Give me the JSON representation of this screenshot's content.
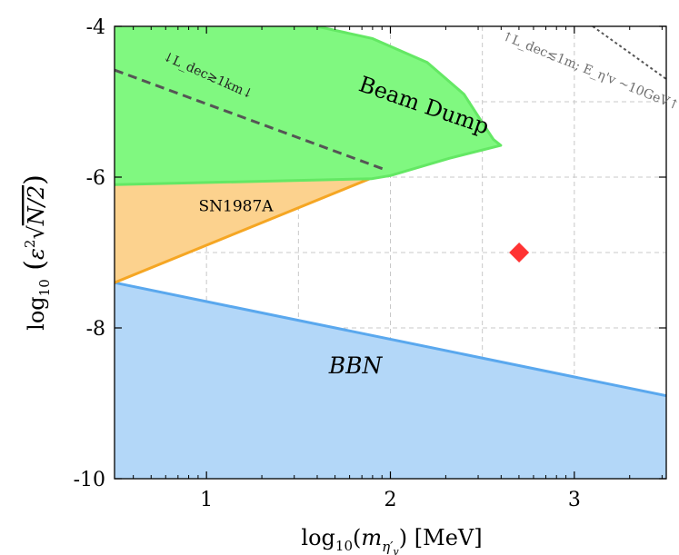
{
  "chart_data": {
    "type": "area",
    "xlabel": "log10(m_η'v) [MeV]",
    "ylabel": "log10(ε² √(N/2))",
    "xlim": [
      0.5,
      3.5
    ],
    "ylim": [
      -10,
      -4
    ],
    "x_ticks": [
      {
        "v": 1,
        "label": "1"
      },
      {
        "v": 2,
        "label": "2"
      },
      {
        "v": 3,
        "label": "3"
      }
    ],
    "y_ticks": [
      {
        "v": -4,
        "label": "-4"
      },
      {
        "v": -6,
        "label": "-6"
      },
      {
        "v": -8,
        "label": "-8"
      },
      {
        "v": -10,
        "label": "-10"
      }
    ],
    "grid": true,
    "regions": [
      {
        "name": "BBN",
        "fill": "#b3d7f8",
        "edge": "#5aa8ee",
        "upper_boundary": [
          [
            0.5,
            -7.4
          ],
          [
            3.5,
            -8.9
          ]
        ],
        "lower_boundary": [
          [
            0.5,
            -10
          ],
          [
            3.5,
            -10
          ]
        ],
        "label": "BBN",
        "label_at": [
          1.81,
          -8.6
        ]
      },
      {
        "name": "SN1987A",
        "fill": "#fcd28e",
        "edge": "#f5a623",
        "polygon": [
          [
            0.5,
            -6.1
          ],
          [
            1.93,
            -5.98
          ],
          [
            0.5,
            -7.4
          ]
        ],
        "label": "SN1987A",
        "label_at": [
          1.16,
          -6.45
        ]
      },
      {
        "name": "Beam Dump",
        "fill": "#80f880",
        "edge": "#64e864",
        "polygon": [
          [
            0.5,
            -4.0
          ],
          [
            1.6,
            -4.0
          ],
          [
            1.9,
            -4.16
          ],
          [
            2.2,
            -4.48
          ],
          [
            2.4,
            -4.9
          ],
          [
            2.5,
            -5.28
          ],
          [
            2.56,
            -5.5
          ],
          [
            2.6,
            -5.58
          ],
          [
            2.32,
            -5.75
          ],
          [
            2.0,
            -5.98
          ],
          [
            1.9,
            -6.02
          ],
          [
            0.5,
            -6.1
          ]
        ],
        "label": "Beam Dump",
        "label_at": [
          2.17,
          -5.14
        ],
        "label_rotation_deg": 19
      }
    ],
    "reference_lines": [
      {
        "name": "L_dec ≳ 1km",
        "style": "dashed",
        "color": "#555555",
        "points": [
          [
            0.5,
            -4.58
          ],
          [
            1.97,
            -5.9
          ]
        ],
        "label": "↓L_dec≳1km↓",
        "label_at": [
          1.0,
          -4.7
        ],
        "label_rotation_deg": 24
      },
      {
        "name": "L_dec ≲ 1m; E ~ 10GeV",
        "style": "dotted",
        "color": "#555555",
        "points": [
          [
            3.1,
            -4.0
          ],
          [
            3.5,
            -4.7
          ]
        ],
        "label": "↑L_dec≲1m; E_η'v ~10GeV↑",
        "label_at": [
          3.08,
          -4.64
        ],
        "label_rotation_deg": 22
      }
    ],
    "points": [
      {
        "x": 2.7,
        "y": -7.0,
        "marker": "diamond",
        "color": "#ff3333"
      }
    ]
  }
}
